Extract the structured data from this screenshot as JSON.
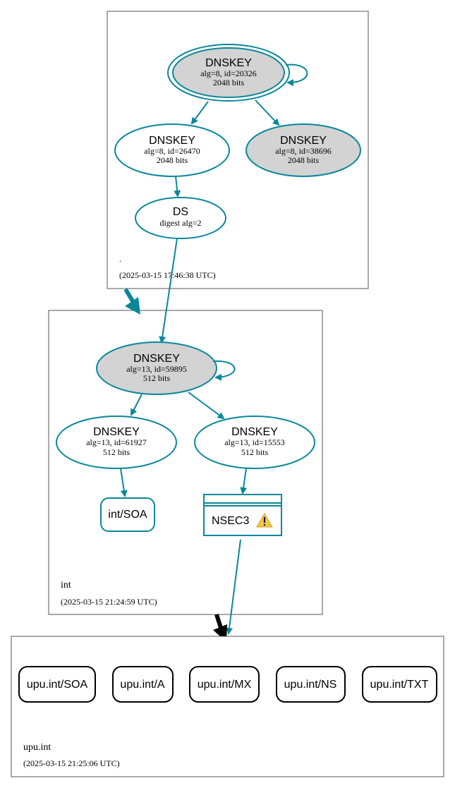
{
  "colors": {
    "teal": "#0a879a",
    "node_fill_gray": "#d3d3d3",
    "black": "#000000",
    "warning": "#f4c542"
  },
  "zones": {
    "root": {
      "name": ".",
      "timestamp": "(2025-03-15 17:46:38 UTC)"
    },
    "int": {
      "name": "int",
      "timestamp": "(2025-03-15 21:24:59 UTC)"
    },
    "upu": {
      "name": "upu.int",
      "timestamp": "(2025-03-15 21:25:06 UTC)"
    }
  },
  "nodes": {
    "root_ksk": {
      "title": "DNSKEY",
      "line1": "alg=8, id=20326",
      "line2": "2048 bits"
    },
    "root_zsk": {
      "title": "DNSKEY",
      "line1": "alg=8, id=26470",
      "line2": "2048 bits"
    },
    "root_other": {
      "title": "DNSKEY",
      "line1": "alg=8, id=38696",
      "line2": "2048 bits"
    },
    "ds": {
      "title": "DS",
      "line1": "digest alg=2"
    },
    "int_ksk": {
      "title": "DNSKEY",
      "line1": "alg=13, id=59895",
      "line2": "512 bits"
    },
    "int_zsk1": {
      "title": "DNSKEY",
      "line1": "alg=13, id=61927",
      "line2": "512 bits"
    },
    "int_zsk2": {
      "title": "DNSKEY",
      "line1": "alg=13, id=15553",
      "line2": "512 bits"
    },
    "int_soa": {
      "label": "int/SOA"
    },
    "nsec3": {
      "label": "NSEC3",
      "icon": "warning-icon"
    },
    "upu_records": [
      "upu.int/SOA",
      "upu.int/A",
      "upu.int/MX",
      "upu.int/NS",
      "upu.int/TXT"
    ]
  }
}
